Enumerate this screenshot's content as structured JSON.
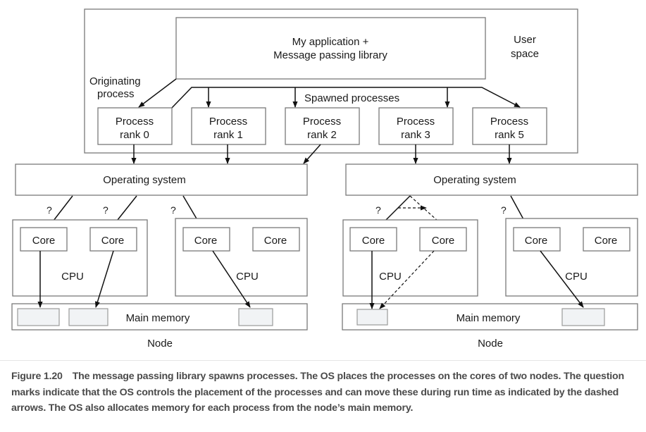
{
  "diagram": {
    "user_space_label": [
      "User",
      "space"
    ],
    "app_box_label": [
      "My application +",
      "Message passing library"
    ],
    "originating_label": [
      "Originating",
      "process"
    ],
    "spawned_label": "Spawned processes",
    "processes": [
      {
        "line1": "Process",
        "line2": "rank 0"
      },
      {
        "line1": "Process",
        "line2": "rank 1"
      },
      {
        "line1": "Process",
        "line2": "rank 2"
      },
      {
        "line1": "Process",
        "line2": "rank 3"
      },
      {
        "line1": "Process",
        "line2": "rank 5"
      }
    ],
    "nodes": [
      {
        "os_label": "Operating system",
        "cpus": [
          {
            "label": "CPU",
            "cores": [
              "Core",
              "Core"
            ]
          },
          {
            "label": "CPU",
            "cores": [
              "Core",
              "Core"
            ]
          }
        ],
        "memory_label": "Main memory",
        "node_label": "Node",
        "question_marks": [
          "?",
          "?",
          "?"
        ]
      },
      {
        "os_label": "Operating system",
        "cpus": [
          {
            "label": "CPU",
            "cores": [
              "Core",
              "Core"
            ]
          },
          {
            "label": "CPU",
            "cores": [
              "Core",
              "Core"
            ]
          }
        ],
        "memory_label": "Main memory",
        "node_label": "Node",
        "question_marks": [
          "?",
          "?"
        ]
      }
    ]
  },
  "caption": {
    "figure_number": "Figure 1.20",
    "text": "The message passing library spawns processes. The OS places the processes on the cores of two nodes. The question marks indicate that the OS controls the placement of the processes and can move these during run time as indicated by the dashed arrows. The OS also allocates memory for each process from the node’s main memory."
  }
}
